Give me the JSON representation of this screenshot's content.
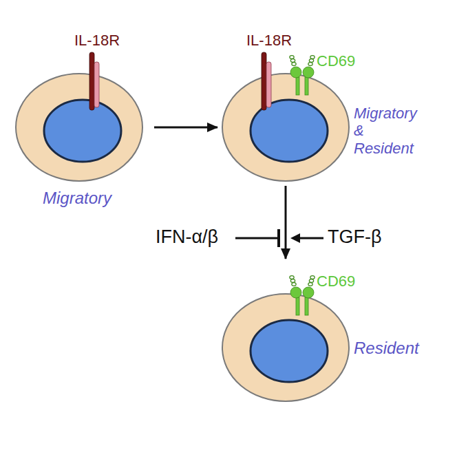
{
  "diagram": {
    "nodes": [
      {
        "text": [
          "IL-18R",
          "Migratory"
        ]
      },
      {
        "text": [
          "IL-18R",
          "CD69",
          "Migratory & Resident"
        ]
      },
      {
        "text": [
          "CD69",
          "Resident"
        ]
      }
    ],
    "edges": [
      {
        "from": 0,
        "to": 1,
        "arrow": "to"
      },
      {
        "from": 1,
        "to": 2,
        "arrow": "to"
      }
    ],
    "labels": [
      "IFN-α/β",
      "TGF-β"
    ]
  }
}
